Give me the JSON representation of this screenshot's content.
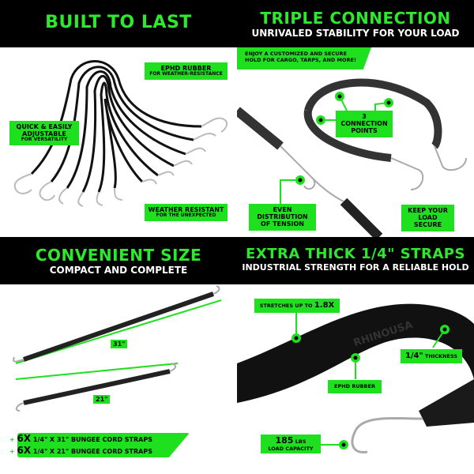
{
  "colors": {
    "accent": "#1fe01f",
    "header_bg": "#000000"
  },
  "q1": {
    "title": "BUILT TO LAST",
    "labels": [
      {
        "main": "EPHD RUBBER",
        "sub": "FOR WEATHER-RESISTANCE"
      },
      {
        "main": "QUICK & EASILY ADJUSTABLE",
        "sub": "FOR VERSATILITY"
      },
      {
        "main": "WEATHER RESISTANT",
        "sub": "FOR THE UNEXPECTED"
      }
    ]
  },
  "q2": {
    "title": "TRIPLE CONNECTION",
    "subtitle": "UNRIVALED STABILITY FOR YOUR LOAD",
    "banner": "ENJOY A CUSTOMIZED AND SECURE HOLD FOR CARGO, TARPS, AND MORE!",
    "labels": [
      "3 CONNECTION POINTS",
      "EVEN DISTRIBUTION OF TENSION",
      "KEEP YOUR LOAD SECURE"
    ]
  },
  "q3": {
    "title": "CONVENIENT SIZE",
    "subtitle": "COMPACT AND COMPLETE",
    "len_long": "31\"",
    "len_short": "21\"",
    "items": [
      {
        "qty": "6X",
        "desc": "1/4\" X 31\" BUNGEE CORD STRAPS"
      },
      {
        "qty": "6X",
        "desc": "1/4\" X 21\" BUNGEE CORD STRAPS"
      }
    ]
  },
  "q4": {
    "title": "EXTRA THICK 1/4\" STRAPS",
    "subtitle": "INDUSTRIAL STRENGTH FOR A RELIABLE HOLD",
    "brand_emboss": "RHINOUSA",
    "stretch": {
      "text": "STRETCHES UP TO",
      "value": "1.8X"
    },
    "thickness": {
      "value": "1/4\"",
      "text": "THICKNESS"
    },
    "rubber": "EPHD RUBBER",
    "capacity": {
      "value": "185",
      "unit": "LBS",
      "text": "LOAD CAPACITY"
    }
  }
}
